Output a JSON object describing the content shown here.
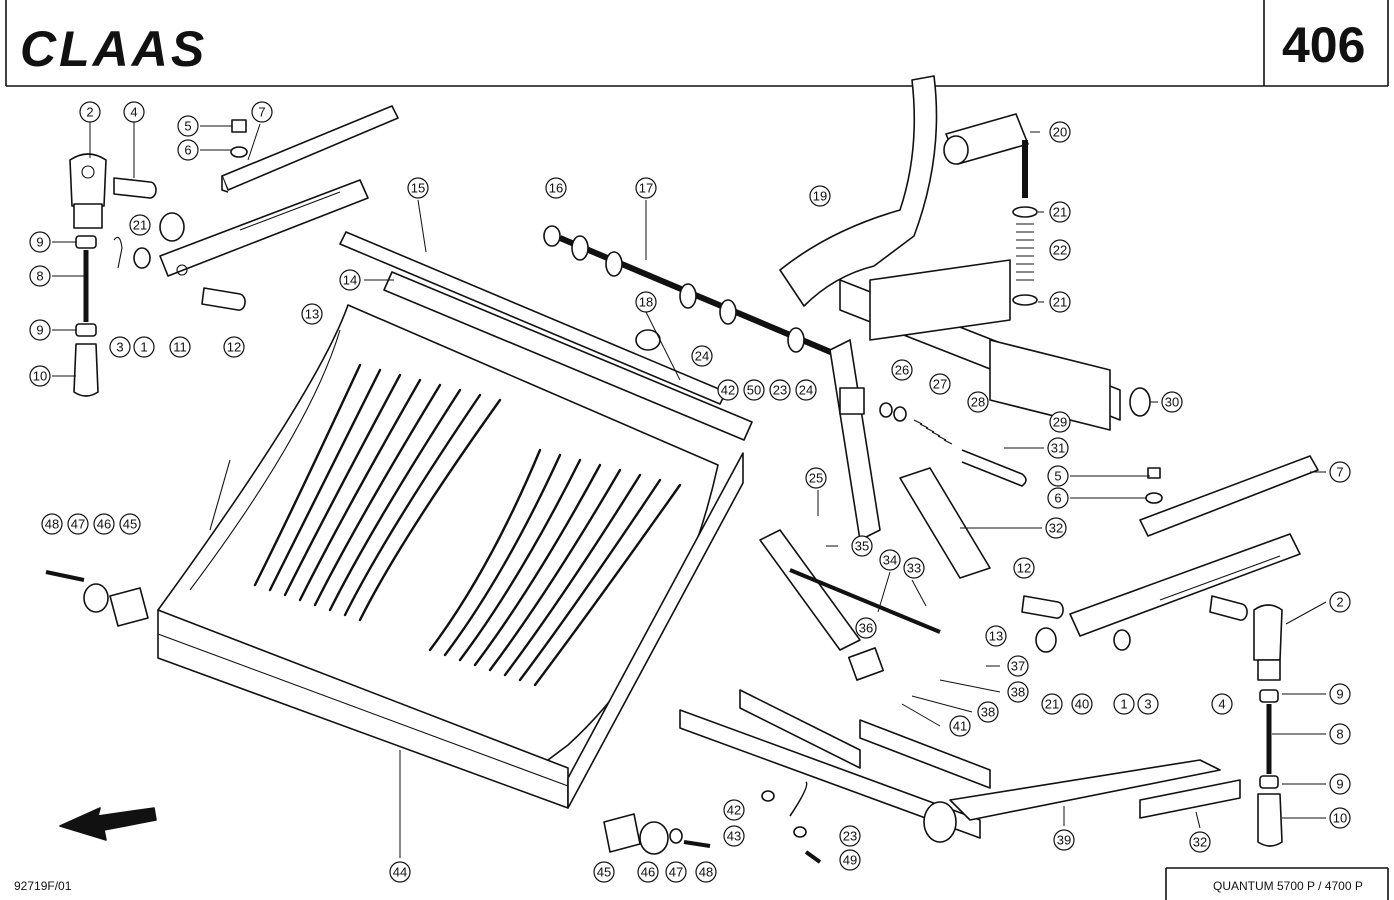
{
  "header": {
    "brand_logo": "CLAAS",
    "page_number": "406"
  },
  "footer": {
    "document_id": "92719F/01",
    "model": "QUANTUM 5700 P / 4700 P"
  },
  "icons": {
    "direction_arrow": "travel-direction-arrow-icon"
  },
  "callouts": [
    {
      "id": "c2a",
      "label": "2"
    },
    {
      "id": "c4a",
      "label": "4"
    },
    {
      "id": "c5a",
      "label": "5"
    },
    {
      "id": "c6a",
      "label": "6"
    },
    {
      "id": "c7a",
      "label": "7"
    },
    {
      "id": "c21a",
      "label": "21"
    },
    {
      "id": "c9a",
      "label": "9"
    },
    {
      "id": "c8a",
      "label": "8"
    },
    {
      "id": "c9b",
      "label": "9"
    },
    {
      "id": "c10a",
      "label": "10"
    },
    {
      "id": "c3a",
      "label": "3"
    },
    {
      "id": "c1a",
      "label": "1"
    },
    {
      "id": "c11a",
      "label": "11"
    },
    {
      "id": "c12a",
      "label": "12"
    },
    {
      "id": "c13a",
      "label": "13"
    },
    {
      "id": "c15a",
      "label": "15"
    },
    {
      "id": "c14a",
      "label": "14"
    },
    {
      "id": "c16a",
      "label": "16"
    },
    {
      "id": "c17a",
      "label": "17"
    },
    {
      "id": "c18a",
      "label": "18"
    },
    {
      "id": "c19a",
      "label": "19"
    },
    {
      "id": "c24a",
      "label": "24"
    },
    {
      "id": "c42a",
      "label": "42"
    },
    {
      "id": "c50a",
      "label": "50"
    },
    {
      "id": "c23a",
      "label": "23"
    },
    {
      "id": "c24b",
      "label": "24"
    },
    {
      "id": "c20a",
      "label": "20"
    },
    {
      "id": "c21b",
      "label": "21"
    },
    {
      "id": "c22a",
      "label": "22"
    },
    {
      "id": "c21c",
      "label": "21"
    },
    {
      "id": "c30a",
      "label": "30"
    },
    {
      "id": "c29a",
      "label": "29"
    },
    {
      "id": "c26a",
      "label": "26"
    },
    {
      "id": "c27a",
      "label": "27"
    },
    {
      "id": "c28a",
      "label": "28"
    },
    {
      "id": "c31a",
      "label": "31"
    },
    {
      "id": "c5b",
      "label": "5"
    },
    {
      "id": "c6b",
      "label": "6"
    },
    {
      "id": "c7b",
      "label": "7"
    },
    {
      "id": "c32a",
      "label": "32"
    },
    {
      "id": "c25a",
      "label": "25"
    },
    {
      "id": "c35a",
      "label": "35"
    },
    {
      "id": "c34a",
      "label": "34"
    },
    {
      "id": "c33a",
      "label": "33"
    },
    {
      "id": "c12b",
      "label": "12"
    },
    {
      "id": "c13b",
      "label": "13"
    },
    {
      "id": "c36a",
      "label": "36"
    },
    {
      "id": "c37a",
      "label": "37"
    },
    {
      "id": "c38a",
      "label": "38"
    },
    {
      "id": "c38b",
      "label": "38"
    },
    {
      "id": "c41a",
      "label": "41"
    },
    {
      "id": "c2b",
      "label": "2"
    },
    {
      "id": "c21d",
      "label": "21"
    },
    {
      "id": "c40a",
      "label": "40"
    },
    {
      "id": "c1b",
      "label": "1"
    },
    {
      "id": "c3b",
      "label": "3"
    },
    {
      "id": "c4b",
      "label": "4"
    },
    {
      "id": "c9c",
      "label": "9"
    },
    {
      "id": "c8b",
      "label": "8"
    },
    {
      "id": "c9d",
      "label": "9"
    },
    {
      "id": "c10b",
      "label": "10"
    },
    {
      "id": "c32b",
      "label": "32"
    },
    {
      "id": "c39a",
      "label": "39"
    },
    {
      "id": "c48a",
      "label": "48"
    },
    {
      "id": "c47a",
      "label": "47"
    },
    {
      "id": "c46a",
      "label": "46"
    },
    {
      "id": "c45a",
      "label": "45"
    },
    {
      "id": "c44a",
      "label": "44"
    },
    {
      "id": "c45b",
      "label": "45"
    },
    {
      "id": "c46b",
      "label": "46"
    },
    {
      "id": "c47b",
      "label": "47"
    },
    {
      "id": "c48b",
      "label": "48"
    },
    {
      "id": "c42b",
      "label": "42"
    },
    {
      "id": "c43a",
      "label": "43"
    },
    {
      "id": "c23b",
      "label": "23"
    },
    {
      "id": "c49a",
      "label": "49"
    }
  ]
}
